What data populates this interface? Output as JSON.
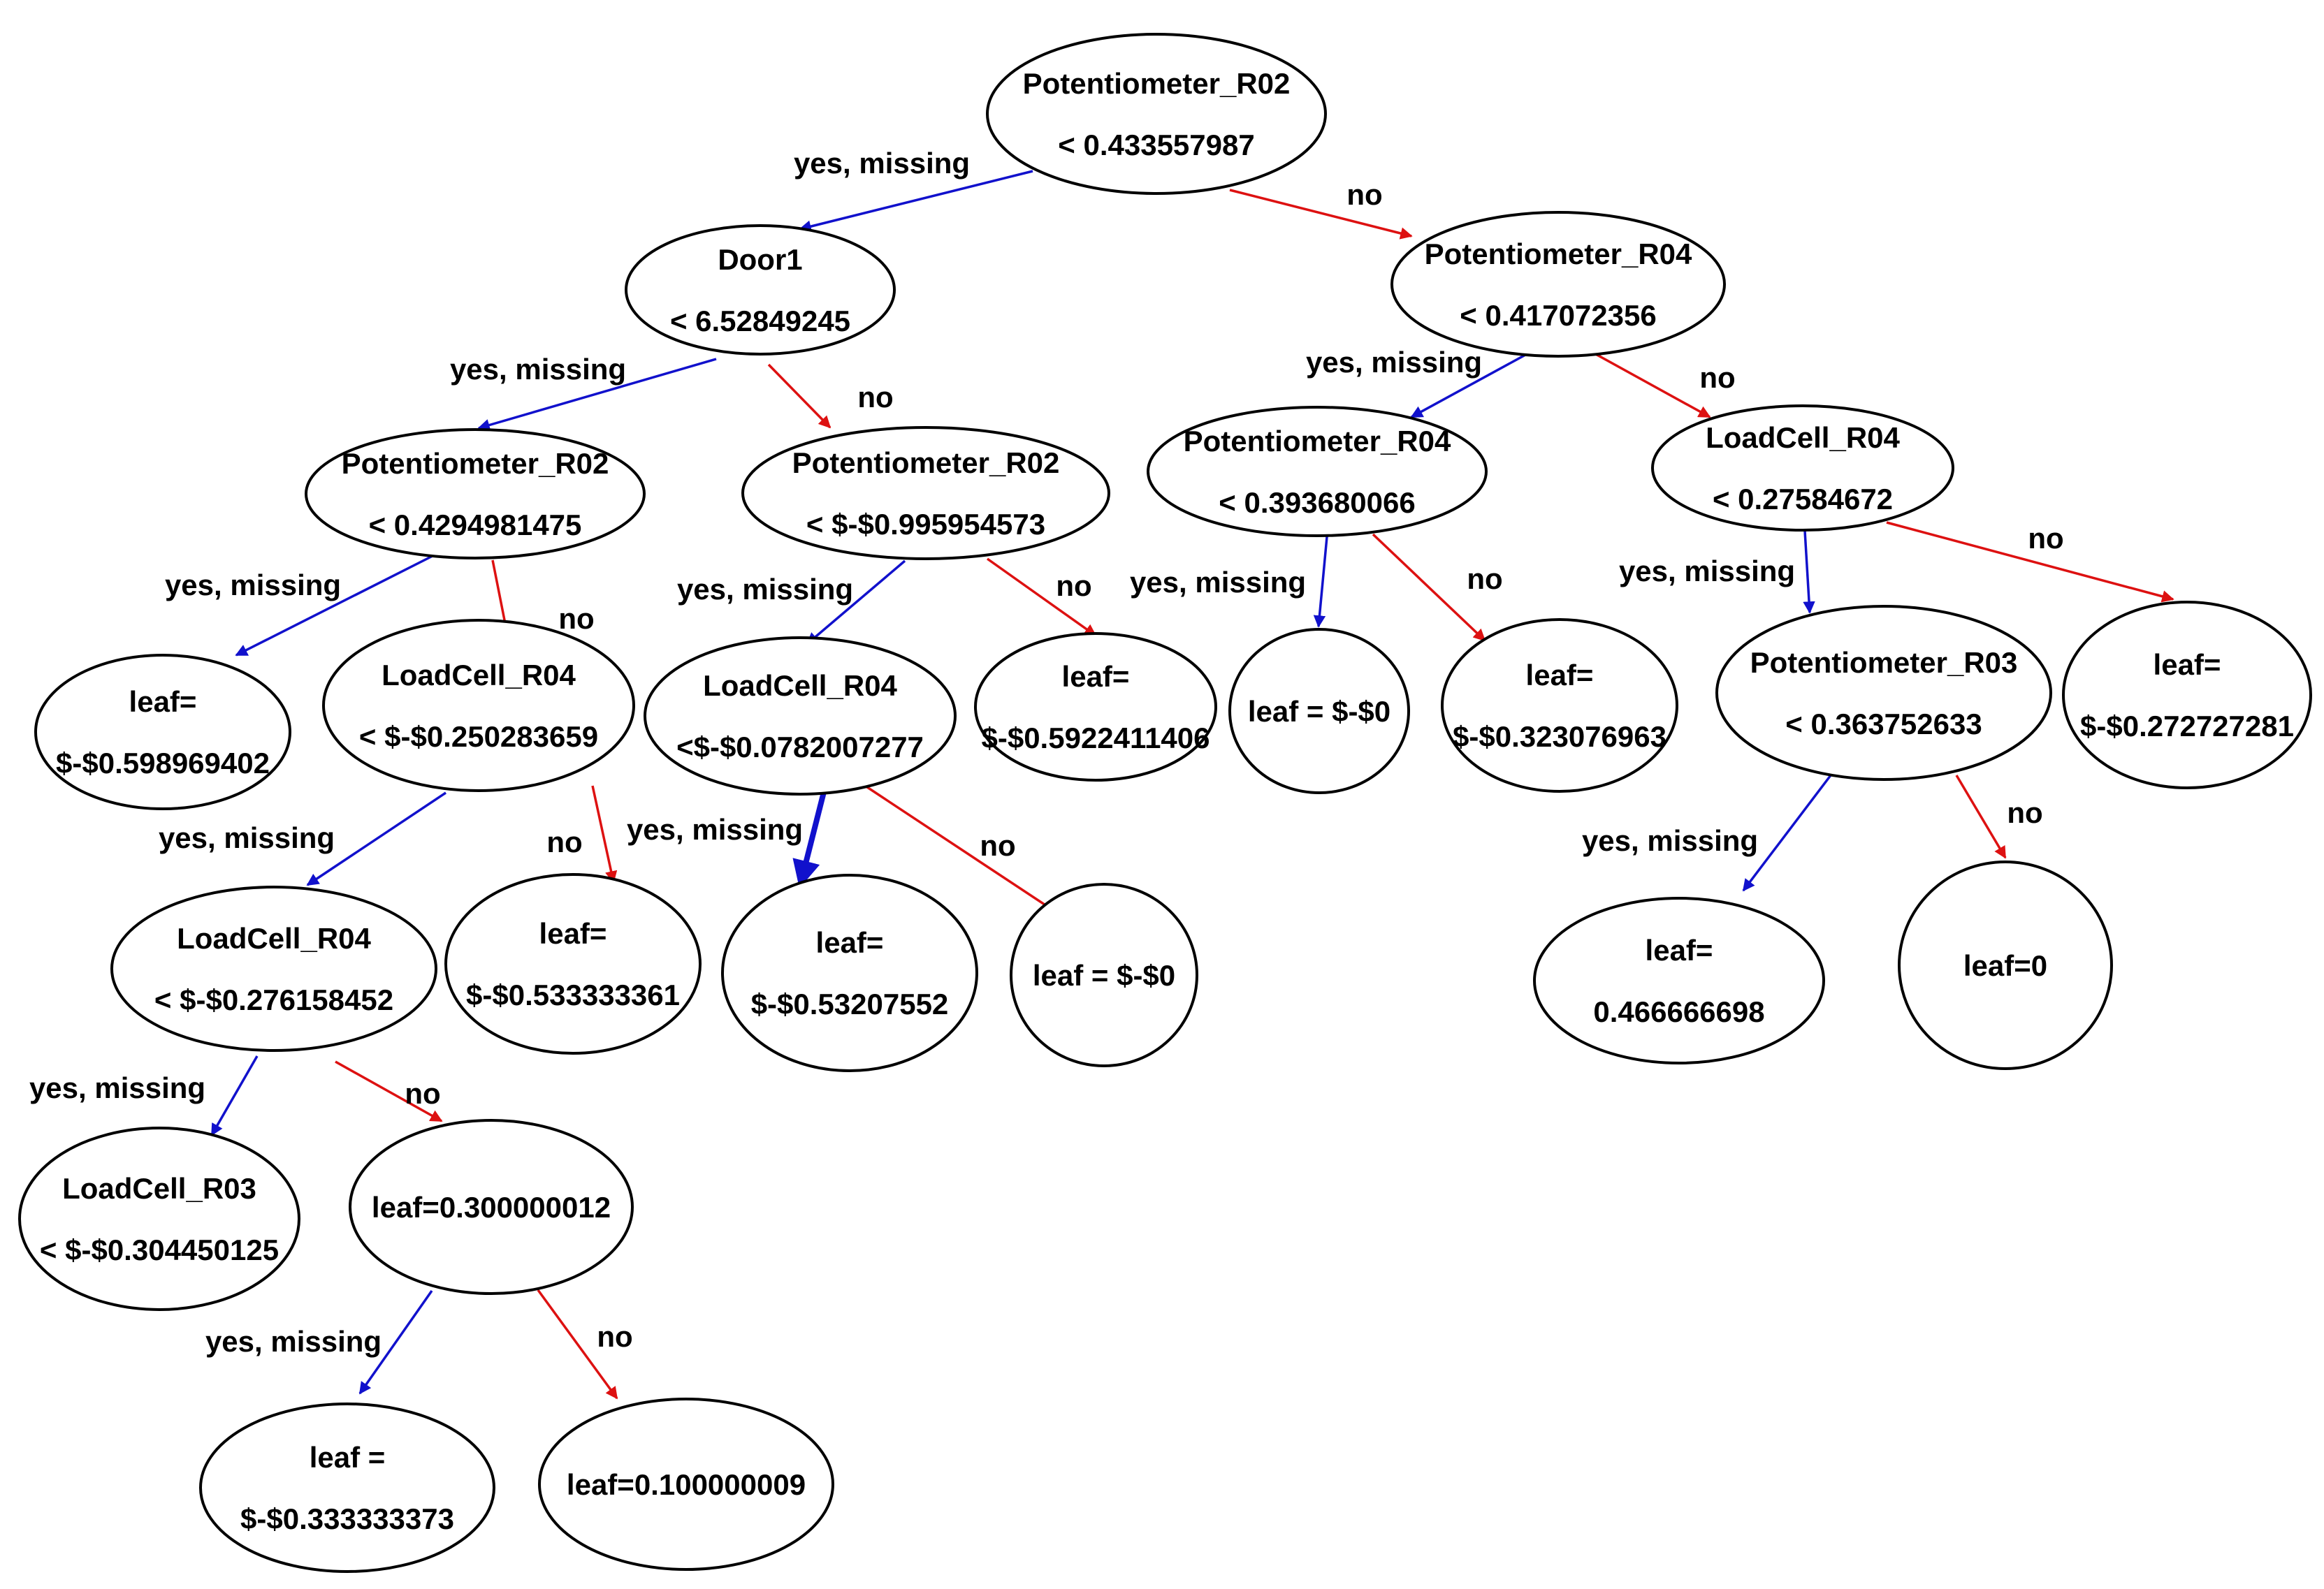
{
  "colors": {
    "yes_edge": "#1111cc",
    "no_edge": "#dd1111",
    "node_stroke": "#000000",
    "background": "#ffffff"
  },
  "nodes": [
    {
      "id": "n0",
      "lines": [
        "Potentiometer_R02",
        "< 0.433557987"
      ]
    },
    {
      "id": "n1",
      "lines": [
        "Door1",
        "< 6.52849245"
      ]
    },
    {
      "id": "n2",
      "lines": [
        "Potentiometer_R04",
        "< 0.417072356"
      ]
    },
    {
      "id": "n3",
      "lines": [
        "Potentiometer_R02",
        "< 0.4294981475"
      ]
    },
    {
      "id": "n4",
      "lines": [
        "Potentiometer_R02",
        "< $-$0.995954573"
      ]
    },
    {
      "id": "n5",
      "lines": [
        "Potentiometer_R04",
        "< 0.393680066"
      ]
    },
    {
      "id": "n6",
      "lines": [
        "LoadCell_R04",
        "< 0.27584672"
      ]
    },
    {
      "id": "n7",
      "lines": [
        "leaf=",
        "$-$0.598969402"
      ]
    },
    {
      "id": "n8",
      "lines": [
        "LoadCell_R04",
        "< $-$0.250283659"
      ]
    },
    {
      "id": "n9",
      "lines": [
        "LoadCell_R04",
        "<$-$0.0782007277"
      ]
    },
    {
      "id": "n10",
      "lines": [
        "leaf=",
        "$-$0.5922411406"
      ]
    },
    {
      "id": "n11",
      "lines": [
        "leaf = $-$0"
      ]
    },
    {
      "id": "n12",
      "lines": [
        "leaf=",
        "$-$0.323076963"
      ]
    },
    {
      "id": "n13",
      "lines": [
        "Potentiometer_R03",
        "< 0.363752633"
      ]
    },
    {
      "id": "n14",
      "lines": [
        "leaf=",
        "$-$0.272727281"
      ]
    },
    {
      "id": "n15",
      "lines": [
        "LoadCell_R04",
        "< $-$0.276158452"
      ]
    },
    {
      "id": "n16",
      "lines": [
        "leaf=",
        "$-$0.533333361"
      ]
    },
    {
      "id": "n17",
      "lines": [
        "leaf=",
        "$-$0.53207552"
      ]
    },
    {
      "id": "n18",
      "lines": [
        "leaf = $-$0"
      ]
    },
    {
      "id": "n19",
      "lines": [
        "leaf=",
        "0.466666698"
      ]
    },
    {
      "id": "n20",
      "lines": [
        "leaf=0"
      ]
    },
    {
      "id": "n21",
      "lines": [
        "LoadCell_R03",
        "< $-$0.304450125"
      ]
    },
    {
      "id": "n22",
      "lines": [
        "leaf=0.300000012"
      ]
    },
    {
      "id": "n23",
      "lines": [
        "leaf =",
        "$-$0.333333373"
      ]
    },
    {
      "id": "n24",
      "lines": [
        "leaf=0.100000009"
      ]
    }
  ],
  "edges": [
    {
      "from": "n0",
      "to": "n1",
      "label": "yes, missing",
      "kind": "yes"
    },
    {
      "from": "n0",
      "to": "n2",
      "label": "no",
      "kind": "no"
    },
    {
      "from": "n1",
      "to": "n3",
      "label": "yes, missing",
      "kind": "yes"
    },
    {
      "from": "n1",
      "to": "n4",
      "label": "no",
      "kind": "no"
    },
    {
      "from": "n2",
      "to": "n5",
      "label": "yes, missing",
      "kind": "yes"
    },
    {
      "from": "n2",
      "to": "n6",
      "label": "no",
      "kind": "no"
    },
    {
      "from": "n3",
      "to": "n7",
      "label": "yes, missing",
      "kind": "yes"
    },
    {
      "from": "n3",
      "to": "n8",
      "label": "no",
      "kind": "no"
    },
    {
      "from": "n4",
      "to": "n9",
      "label": "yes, missing",
      "kind": "yes"
    },
    {
      "from": "n4",
      "to": "n10",
      "label": "no",
      "kind": "no"
    },
    {
      "from": "n5",
      "to": "n11",
      "label": "yes, missing",
      "kind": "yes"
    },
    {
      "from": "n5",
      "to": "n12",
      "label": "no",
      "kind": "no"
    },
    {
      "from": "n6",
      "to": "n13",
      "label": "yes, missing",
      "kind": "yes"
    },
    {
      "from": "n6",
      "to": "n14",
      "label": "no",
      "kind": "no"
    },
    {
      "from": "n8",
      "to": "n15",
      "label": "yes, missing",
      "kind": "yes"
    },
    {
      "from": "n8",
      "to": "n16",
      "label": "no",
      "kind": "no"
    },
    {
      "from": "n9",
      "to": "n17",
      "label": "yes, missing",
      "kind": "yes"
    },
    {
      "from": "n9",
      "to": "n18",
      "label": "no",
      "kind": "no"
    },
    {
      "from": "n13",
      "to": "n19",
      "label": "yes, missing",
      "kind": "yes"
    },
    {
      "from": "n13",
      "to": "n20",
      "label": "no",
      "kind": "no"
    },
    {
      "from": "n15",
      "to": "n21",
      "label": "yes, missing",
      "kind": "yes"
    },
    {
      "from": "n15",
      "to": "n22",
      "label": "no",
      "kind": "no"
    },
    {
      "from": "n22",
      "to": "n23",
      "label": "yes, missing",
      "kind": "yes"
    },
    {
      "from": "n22",
      "to": "n24",
      "label": "no",
      "kind": "no"
    }
  ]
}
